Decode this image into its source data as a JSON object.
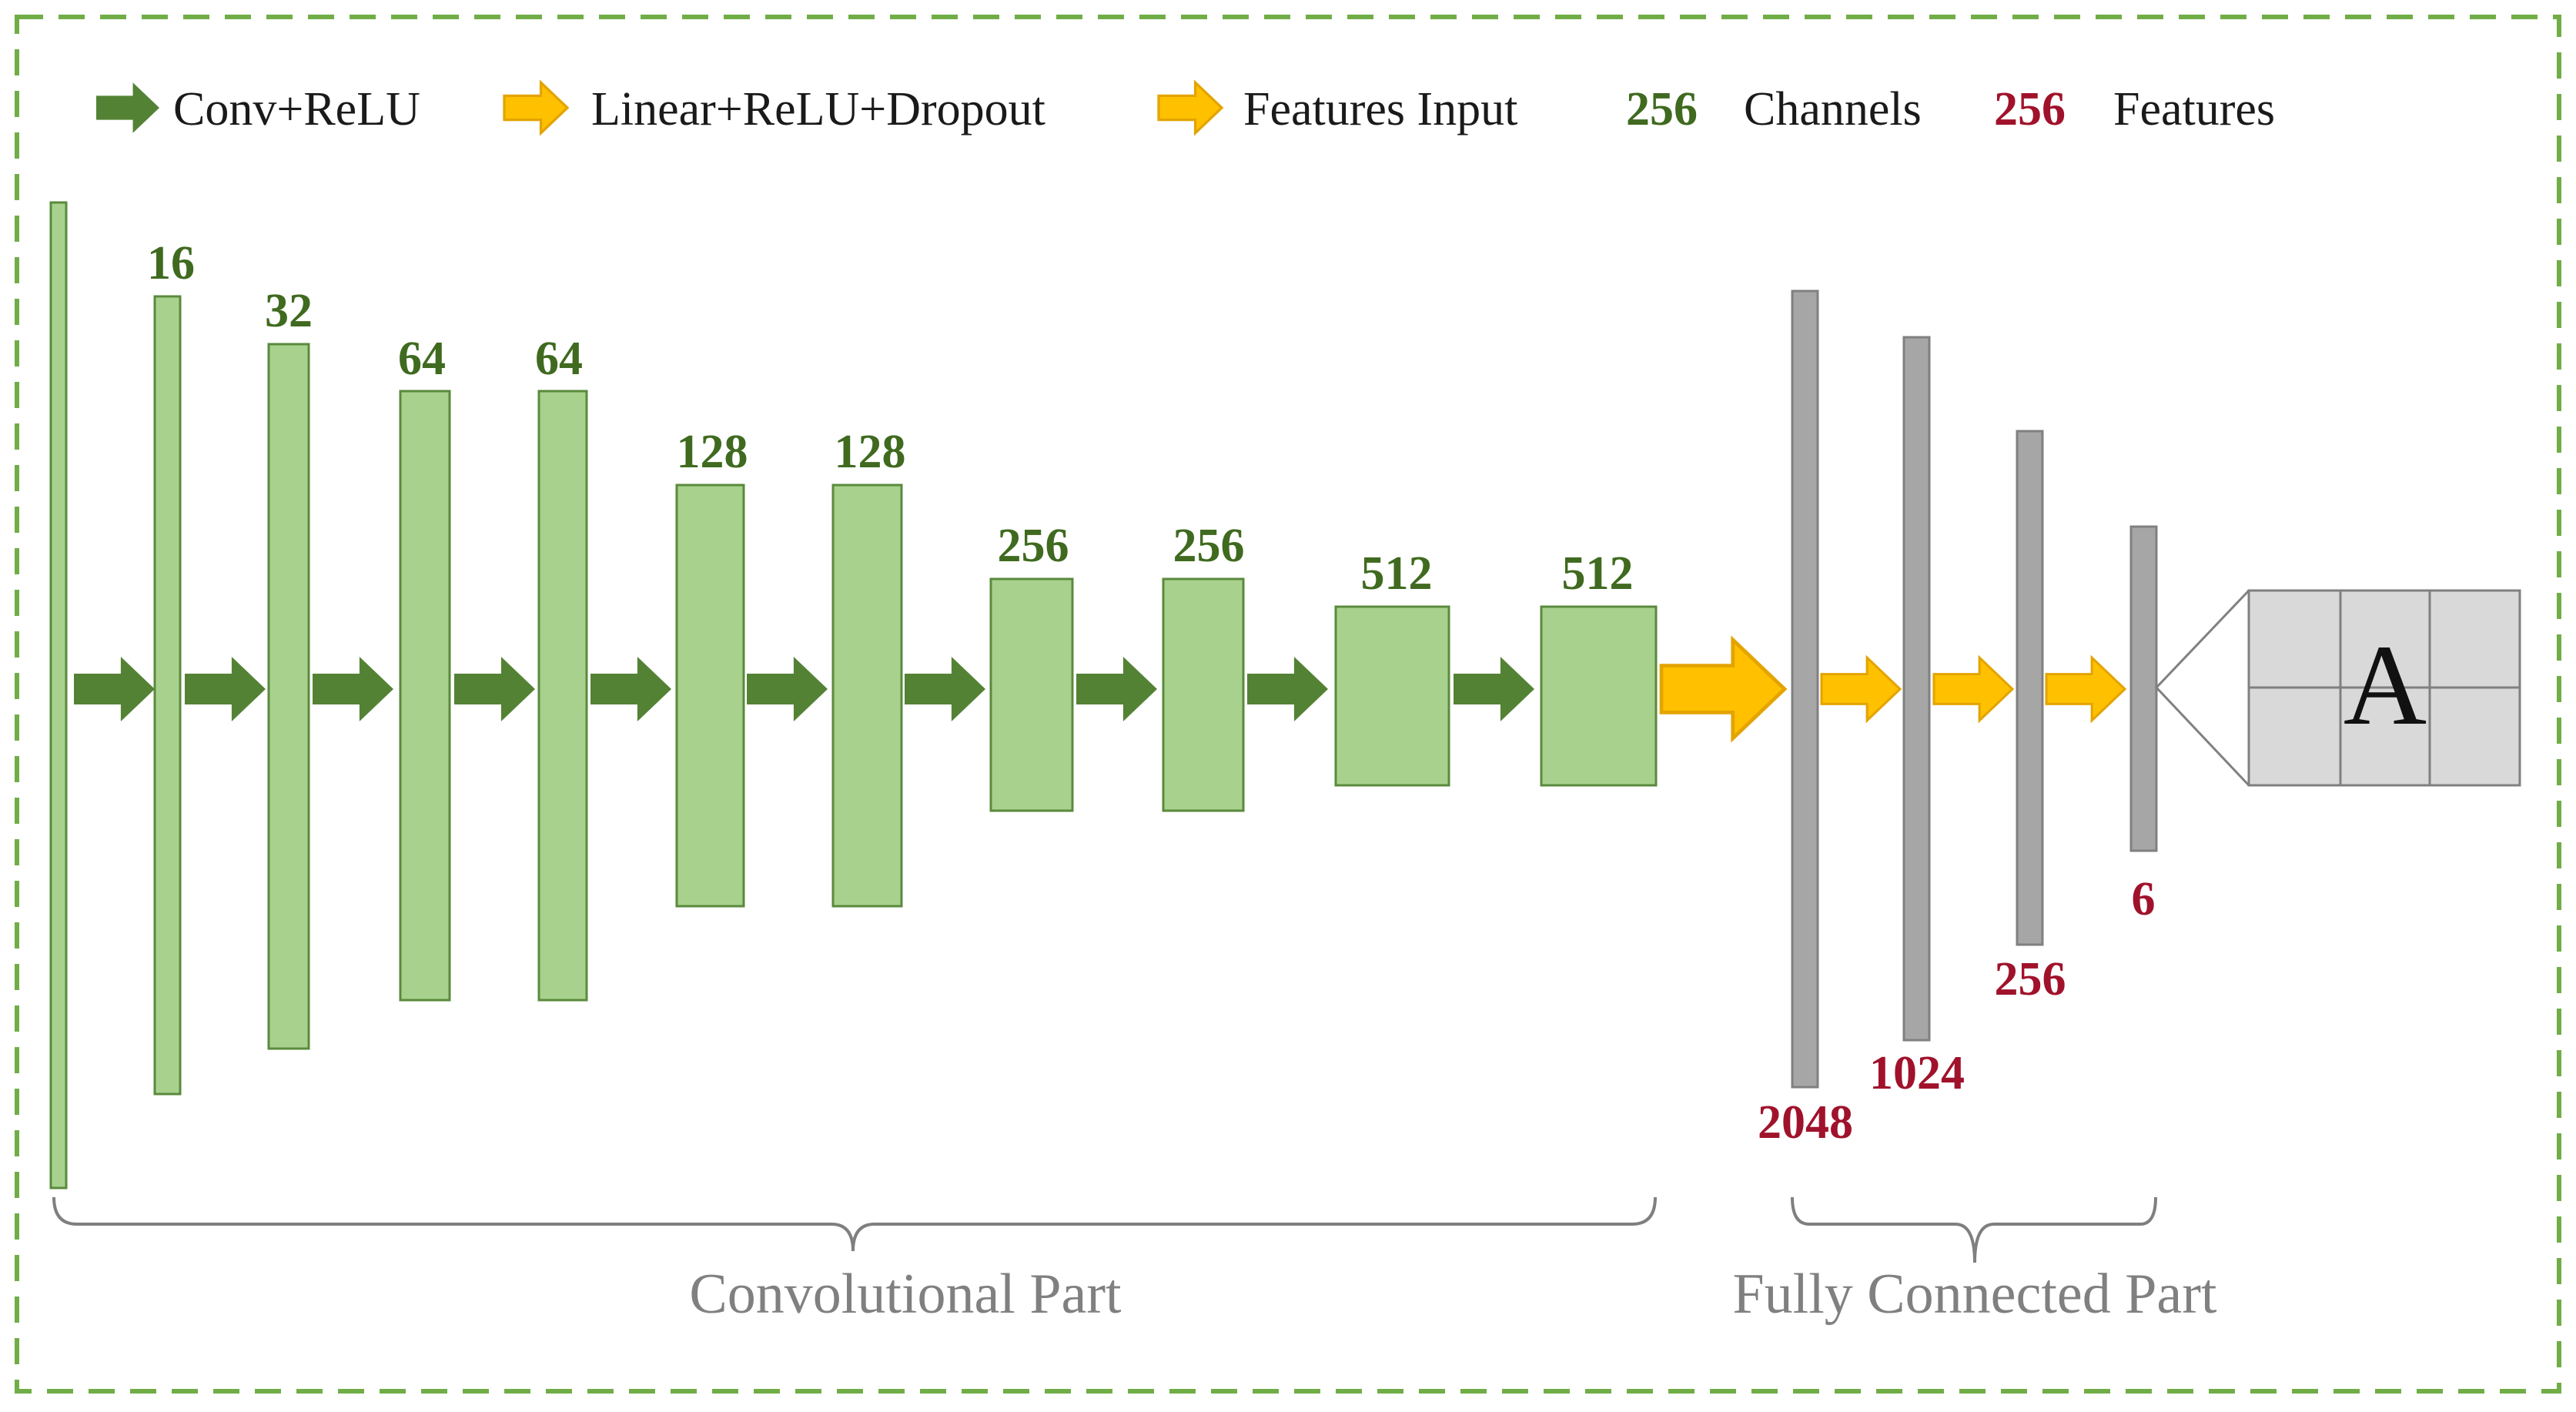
{
  "colors": {
    "conv_green": "#a9d18e",
    "conv_border": "#5a8a3c",
    "arrow_green": "#548235",
    "arrow_orange": "#ffc000",
    "fc_gray": "#a6a6a6",
    "channel_text": "#3f6a1f",
    "feature_text": "#a0122b",
    "frame_green": "#70ad47",
    "brace_gray": "#7f7f7f"
  },
  "legend": {
    "conv": "Conv+ReLU",
    "linear": "Linear+ReLU+Dropout",
    "features_input": "Features Input",
    "channels_value": "256",
    "channels_label": "Channels",
    "features_value": "256",
    "features_label": "Features"
  },
  "conv_layers": [
    "16",
    "32",
    "64",
    "64",
    "128",
    "128",
    "256",
    "256",
    "512",
    "512"
  ],
  "fc_layers": [
    "2048",
    "1024",
    "256",
    "6"
  ],
  "output_letter": "A",
  "parts": {
    "conv": "Convolutional Part",
    "fc": "Fully Connected Part"
  }
}
